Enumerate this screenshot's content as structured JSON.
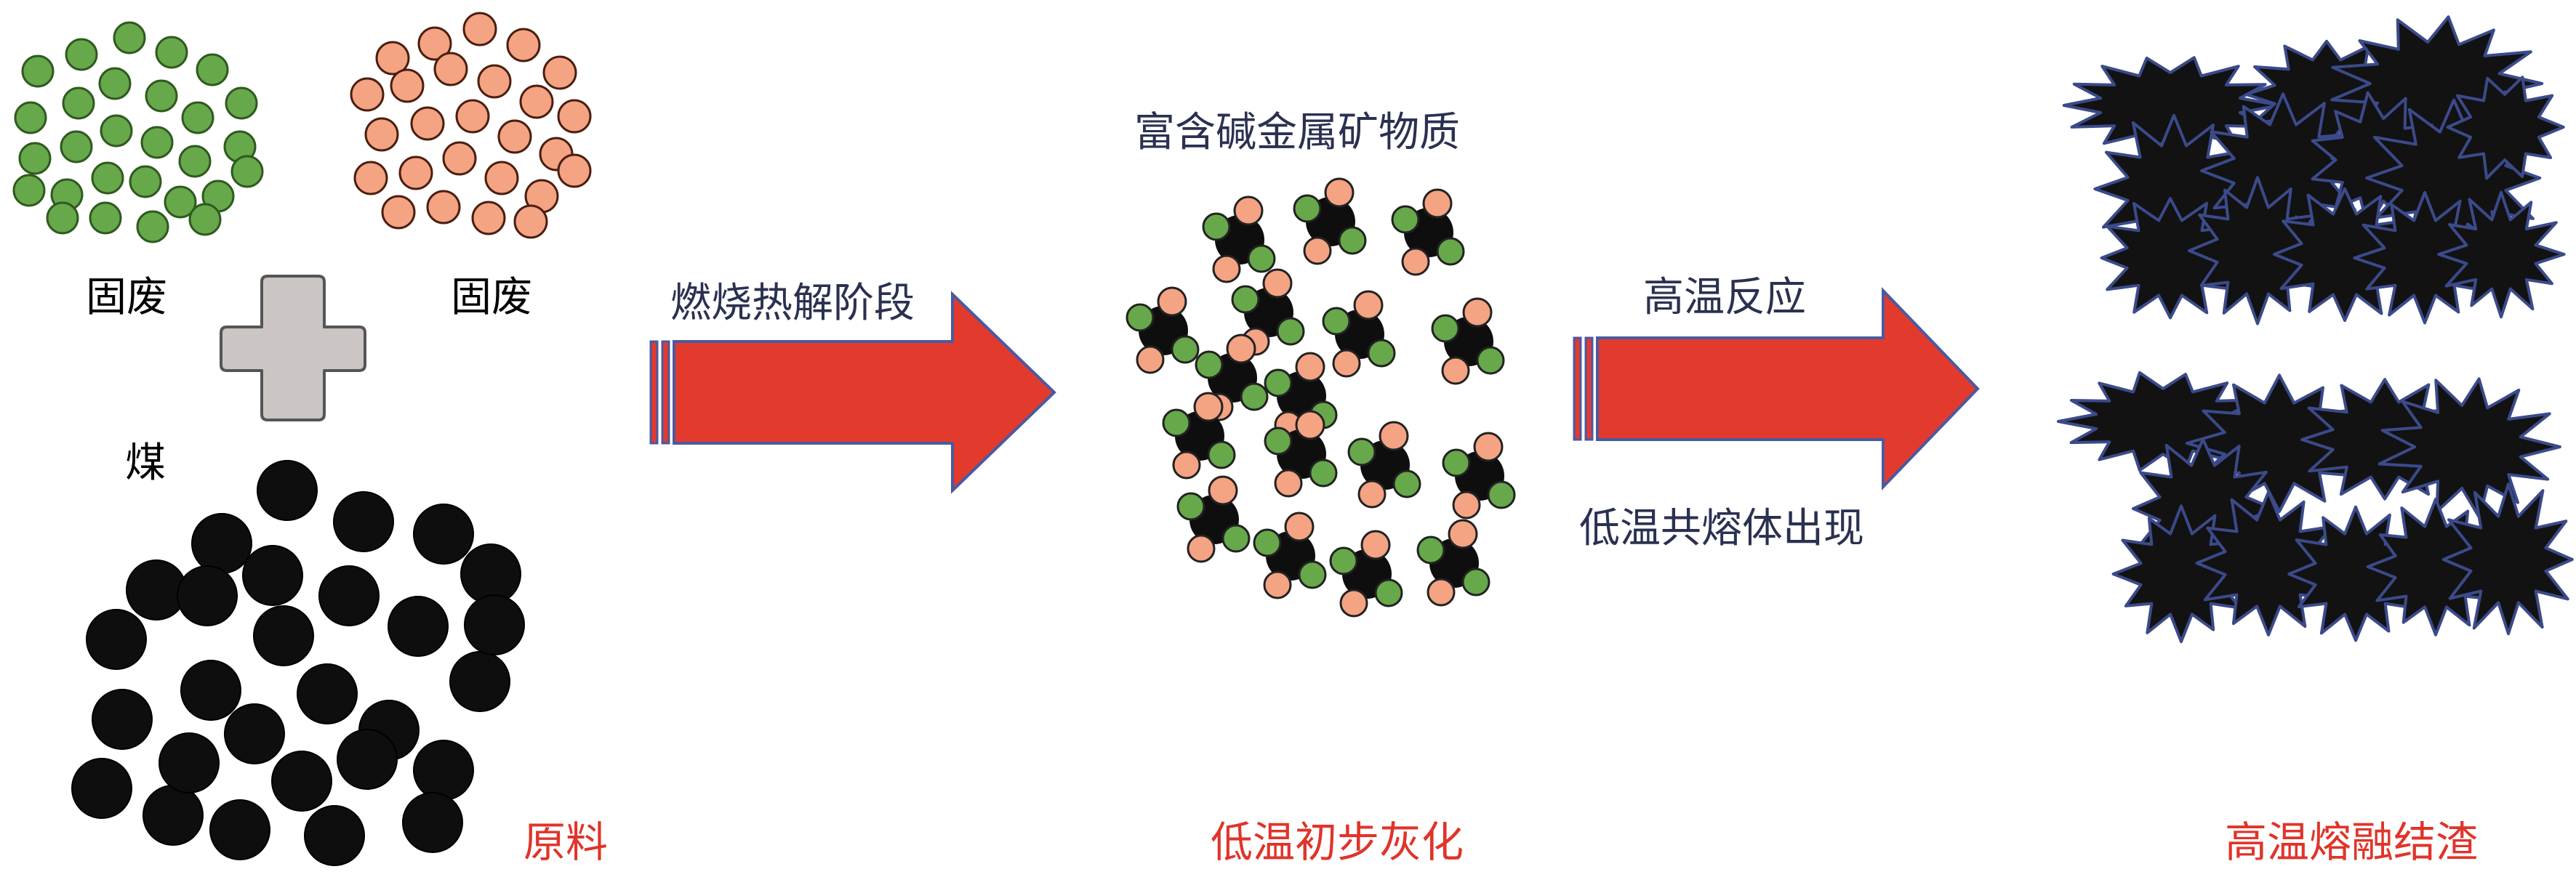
{
  "colors": {
    "green": "#67a84a",
    "salmon": "#f4a383",
    "coal": "#0e0e0e",
    "arrow": "#e33a2e",
    "plus": "#cbc6c3",
    "navy_text": "#2a3150",
    "red_text": "#e0342a",
    "slag_edge": "#3b4a8a"
  },
  "labels": {
    "waste_left": "固废",
    "waste_right": "固废",
    "coal": "煤",
    "raw_material": "原料",
    "arrow1": "燃烧热解阶段",
    "minerals": "富含碱金属矿物质",
    "stage2": "低温初步灰化",
    "arrow2_top": "高温反应",
    "arrow2_bottom": "低温共熔体出现",
    "stage3": "高温熔融结渣"
  },
  "icons": [
    "plus-icon",
    "arrow-right-icon"
  ]
}
